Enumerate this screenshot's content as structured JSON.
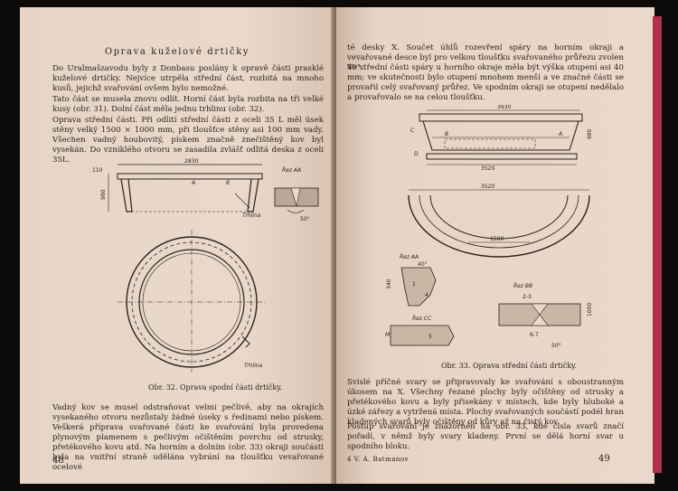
{
  "left_page": {
    "title": "Oprava kuželové drtičky",
    "paragraphs": [
      "Do Uralmašzavodu byly z Donbasu poslány k opravě části prasklé kuželové drtičky. Nejvíce utrpěla střední část, rozbitá na mnoho kusů, jejichž svařování ovšem bylo nemožné.",
      "Tato část se musela znovu odlít. Horní část byla rozbita na tři velké kusy (obr. 31). Dolní část měla jednu trhlinu (obr. 32).",
      "Oprava střední části. Při odlití střední části z oceli 35 L měl úsek stěny velký 1500 × 1000 mm, při tloušťce stěny asi 100 mm vady. Všechen vadný houbovitý, pískem značně znečištěný kov byl vysekán. Do vzniklého otvoru se zasadila zvlášť odlitá deska z oceli 35L.",
      "Vadný kov se musel odstraňovat velmi pečlivě, aby na okrajích vysekaného otvoru nezůstaly žádné úseky s ředinami nebo pískem. Veškerá příprava svařované části ke svařování byla provedena plynovým plamenem s pečlivým očištěním povrchu od strusky, přetékového kovu atd. Na horním a dolním (obr. 33) okraji součásti byla na vnitřní straně udělána vybrání na tloušťku vevařované ocelové"
    ],
    "figure": {
      "dim_width": "2830",
      "dim_height": "980",
      "dim_small": "110",
      "label_a": "A",
      "label_b": "B",
      "crack_label": "Trhlina",
      "crack_label_2": "Trhlina",
      "section_title": "Řez AA",
      "angle": "50°"
    },
    "caption": "Obr. 32. Oprava spodní části drtičky.",
    "page_number": "48"
  },
  "right_page": {
    "paragraphs": [
      "té desky X. Součet úhlů rozevření spáry na horním okraji a vevařované desce byl pro velkou tloušťku svařovaného průřezu zvolen 40°.",
      "Ve střední části spáry u horního okraje měla být výška otupení asi 40 mm; ve skutečnosti bylo otupení mnohem menší a ve značné části se provařil celý svařovaný průřez. Ve spodním okraji se otupení nedělalo a provařovalo se na celou tloušťku.",
      "Svislé příčné svary se připravovaly ke svařování s oboustranným úkosem na X. Všechny řezané plochy byly očištěny od strusky a přetékového kovu a byly přisekány v místech, kde byly hluboké a úzké zářezy a vytržená místa. Plochy svařovaných součástí podél hran kladených svarů byly očištěny od kůry až na čistý kov.",
      "Postup svařování je znázorněn na obr. 33, kde čísla svarů značí pořadí, v němž byly svary kladeny. První se dělá horní svar u spodního bloku."
    ],
    "figure": {
      "dim_top": "3930",
      "dim_mid": "3520",
      "dim_mid2": "3520",
      "dim_1500": "1500",
      "dim_1000": "1000",
      "dim_height": "980",
      "dim_small": "340",
      "label_a": "A",
      "label_b": "B",
      "label_c": "C",
      "label_d": "D",
      "label_m": "M",
      "section_aa": "Řez AA",
      "section_bb": "Řez BB",
      "section_cc": "Řez CC",
      "angle_40": "40°",
      "angle_50": "50°",
      "weld_1": "1",
      "weld_2": "2-3",
      "weld_3": "6-7",
      "weld_4": "4",
      "weld_5": "5"
    },
    "caption": "Obr. 33. Oprava střední části drtičky.",
    "running_head": "4  V. A. Batmanov",
    "page_number": "49"
  }
}
